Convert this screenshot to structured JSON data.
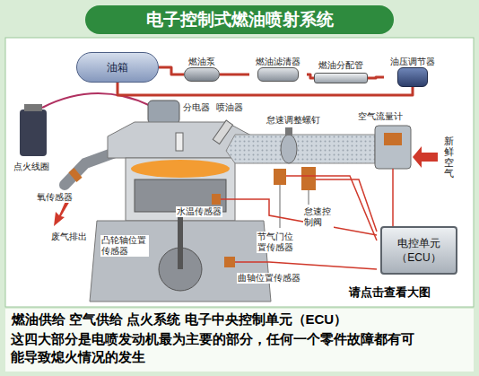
{
  "diagram": {
    "title": "电子控制式燃油喷射系统",
    "caption": "这四大部分是电喷发动机最为主要的部分，任何一个零件故障都有可能导致熄火情况的发生",
    "nodes": [
      {
        "text": [
          "油箱"
        ]
      },
      {
        "text": [
          "燃油泵"
        ]
      },
      {
        "text": [
          "燃油滤清器"
        ]
      },
      {
        "text": [
          "燃油分配管"
        ]
      },
      {
        "text": [
          "油压调节器"
        ]
      },
      {
        "text": [
          "电控单元 （ECU）"
        ]
      }
    ],
    "edges": [
      {
        "from": 0,
        "to": 1,
        "arrow": "none"
      },
      {
        "from": 1,
        "to": 2,
        "arrow": "none"
      },
      {
        "from": 2,
        "to": 3,
        "arrow": "none"
      },
      {
        "from": 3,
        "to": 4,
        "arrow": "none"
      },
      {
        "from": 4,
        "to": 0,
        "arrow": "none"
      }
    ],
    "labels": [
      "分电器",
      "喷油器",
      "点火线圈",
      "氧传感器",
      "废气排出",
      "凸轮轴位置传感器",
      "水温传感器",
      "怠速调整螺钉",
      "空气流量计",
      "新鲜空气",
      "节气门位置传感器",
      "怠速控制阀",
      "曲轴位置传感器",
      "请点击查看大图",
      "燃油供给  空气供给  点火系统  电子中央控制单元（ECU）"
    ]
  }
}
